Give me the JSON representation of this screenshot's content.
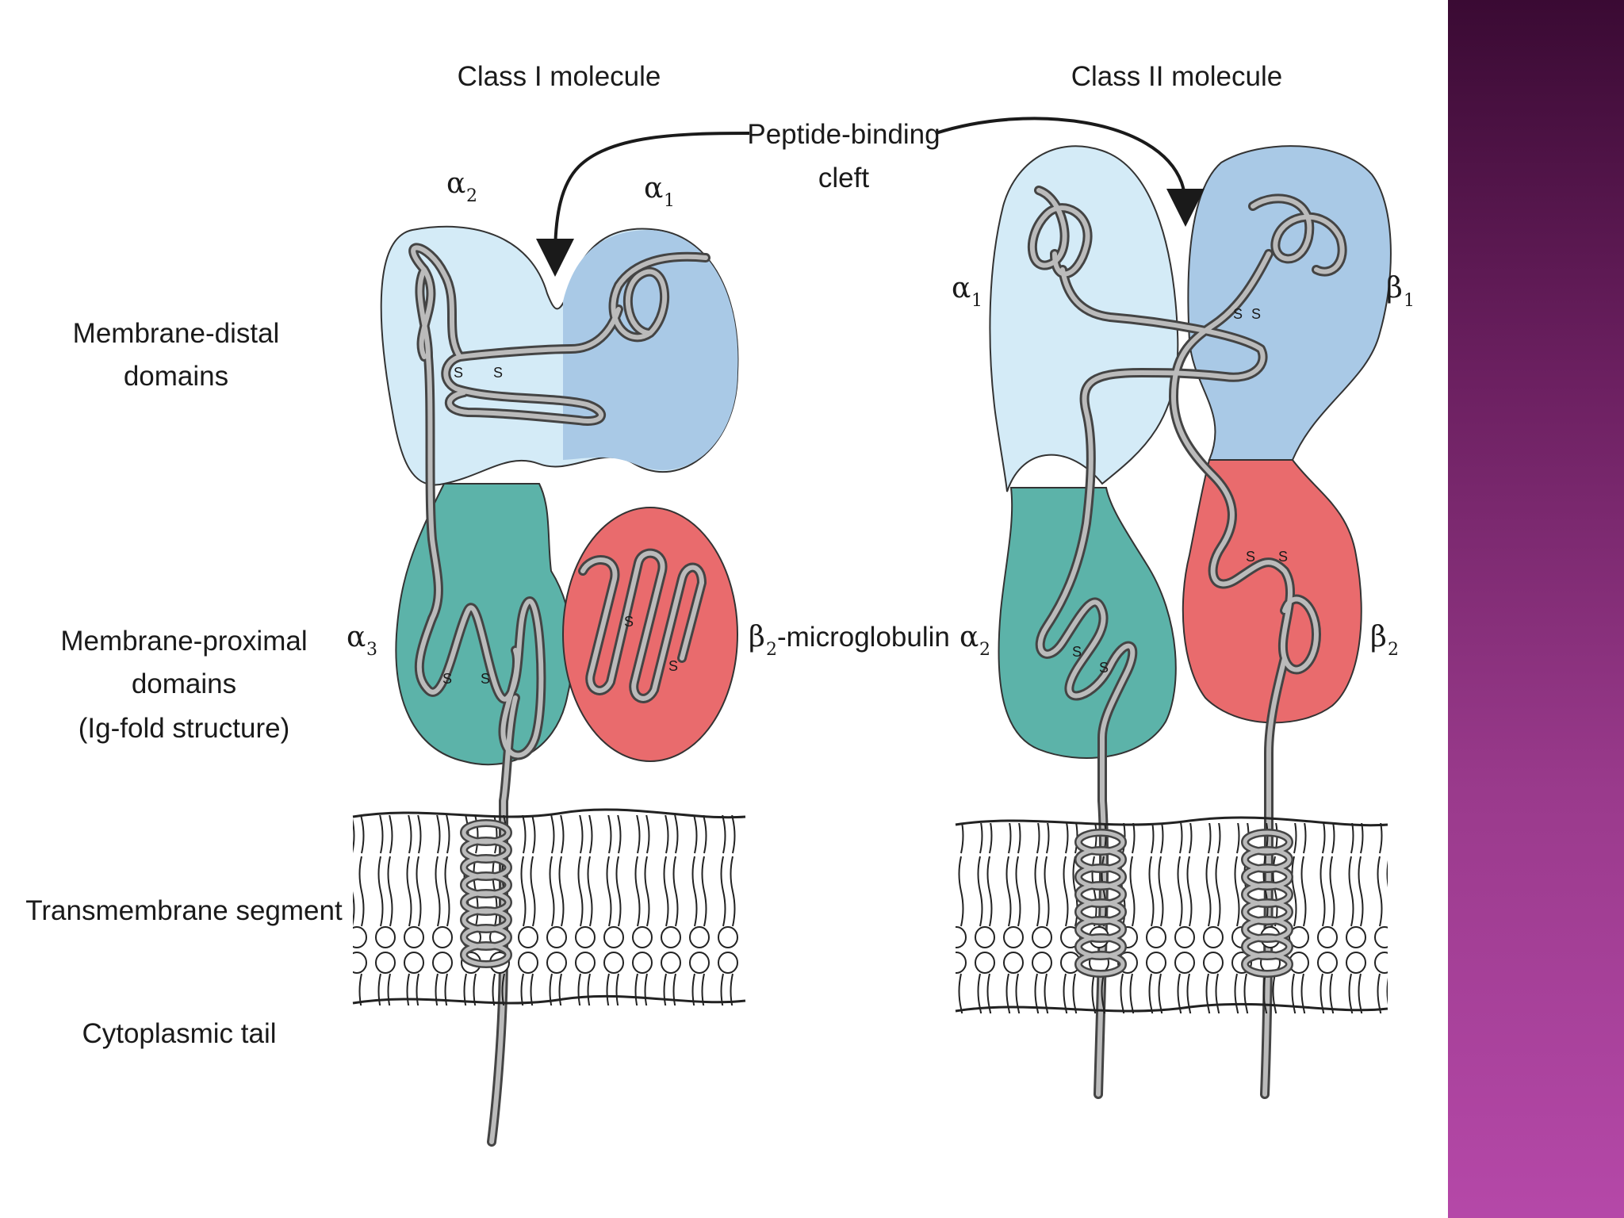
{
  "class1": {
    "title": "Class I molecule",
    "alpha2": "α",
    "alpha2_sub": "2",
    "alpha1": "α",
    "alpha1_sub": "1",
    "alpha3": "α",
    "alpha3_sub": "3",
    "beta2m": "β",
    "beta2m_sub": "2",
    "beta2m_suffix": "-microglobulin"
  },
  "class2": {
    "title": "Class II molecule",
    "alpha1": "α",
    "alpha1_sub": "1",
    "beta1": "β",
    "beta1_sub": "1",
    "alpha2": "α",
    "alpha2_sub": "2",
    "beta2": "β",
    "beta2_sub": "2"
  },
  "cleft": {
    "line1": "Peptide-binding",
    "line2": "cleft"
  },
  "labels": {
    "distal_1": "Membrane-distal",
    "distal_2": "domains",
    "proximal_1": "Membrane-proximal",
    "proximal_2": "domains",
    "proximal_3": "(Ig-fold structure)",
    "transmembrane": "Transmembrane segment",
    "cytoplasmic": "Cytoplasmic tail"
  },
  "disulfide": "S",
  "colors": {
    "alpha_light": "#d4ebf7",
    "alpha_mid": "#a9c9e6",
    "teal": "#5cb3a9",
    "red": "#e96b6d",
    "chain": "#8a8a8a",
    "sidebar_top": "#3a0a33",
    "sidebar_bottom": "#b548a8"
  }
}
